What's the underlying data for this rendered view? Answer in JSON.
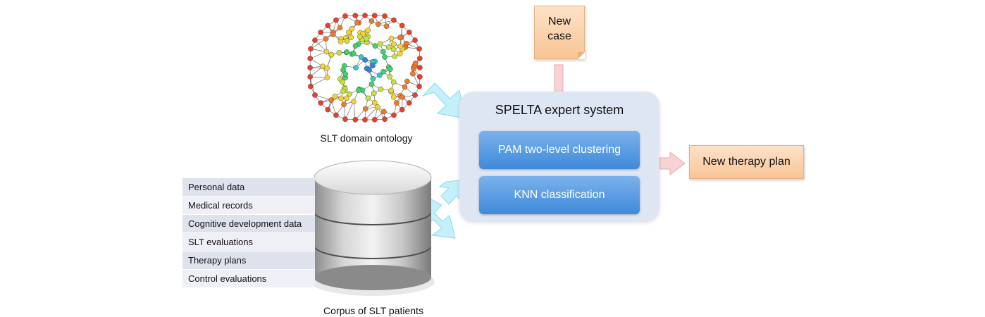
{
  "ontology": {
    "label": "SLT domain ontology"
  },
  "expert_system": {
    "title": "SPELTA expert system",
    "modules": [
      "PAM two-level clustering",
      "KNN classification"
    ]
  },
  "new_case": {
    "line1": "New",
    "line2": "case"
  },
  "output": {
    "label": "New therapy plan"
  },
  "corpus": {
    "label": "Corpus of SLT patients",
    "records": [
      "Personal data",
      "Medical records",
      "Cognitive development data",
      "SLT evaluations",
      "Therapy plans",
      "Control evaluations"
    ]
  },
  "colors": {
    "arrow_cyan": "#bfeefa",
    "arrow_pink": "#f9d3d4",
    "module_blue": "#4a90de",
    "note_orange": "#f9c99a",
    "panel": "#dfe6f3"
  },
  "icons": {
    "ontology": "network-graph-icon",
    "corpus": "database-cylinder-icon"
  }
}
